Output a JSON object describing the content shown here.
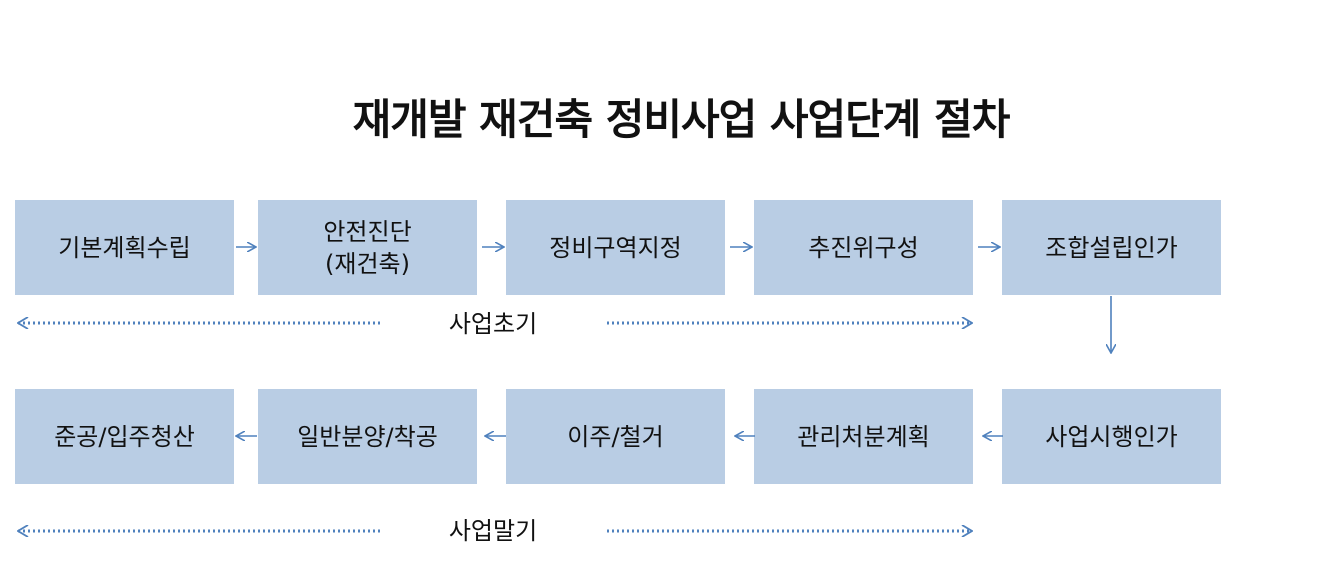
{
  "title": "재개발 재건축 정비사업 사업단계 절차",
  "steps_row1": [
    {
      "label": "기본계획수립"
    },
    {
      "label": "안전진단\n(재건축)"
    },
    {
      "label": "정비구역지정"
    },
    {
      "label": "추진위구성"
    },
    {
      "label": "조합설립인가"
    }
  ],
  "steps_row2": [
    {
      "label": "준공/입주청산"
    },
    {
      "label": "일반분양/착공"
    },
    {
      "label": "이주/철거"
    },
    {
      "label": "관리처분계획"
    },
    {
      "label": "사업시행인가"
    }
  ],
  "phases": {
    "early": "사업초기",
    "late": "사업말기"
  },
  "colors": {
    "box_fill": "#b9cde4",
    "arrow": "#4f81bd",
    "text": "#111111"
  }
}
